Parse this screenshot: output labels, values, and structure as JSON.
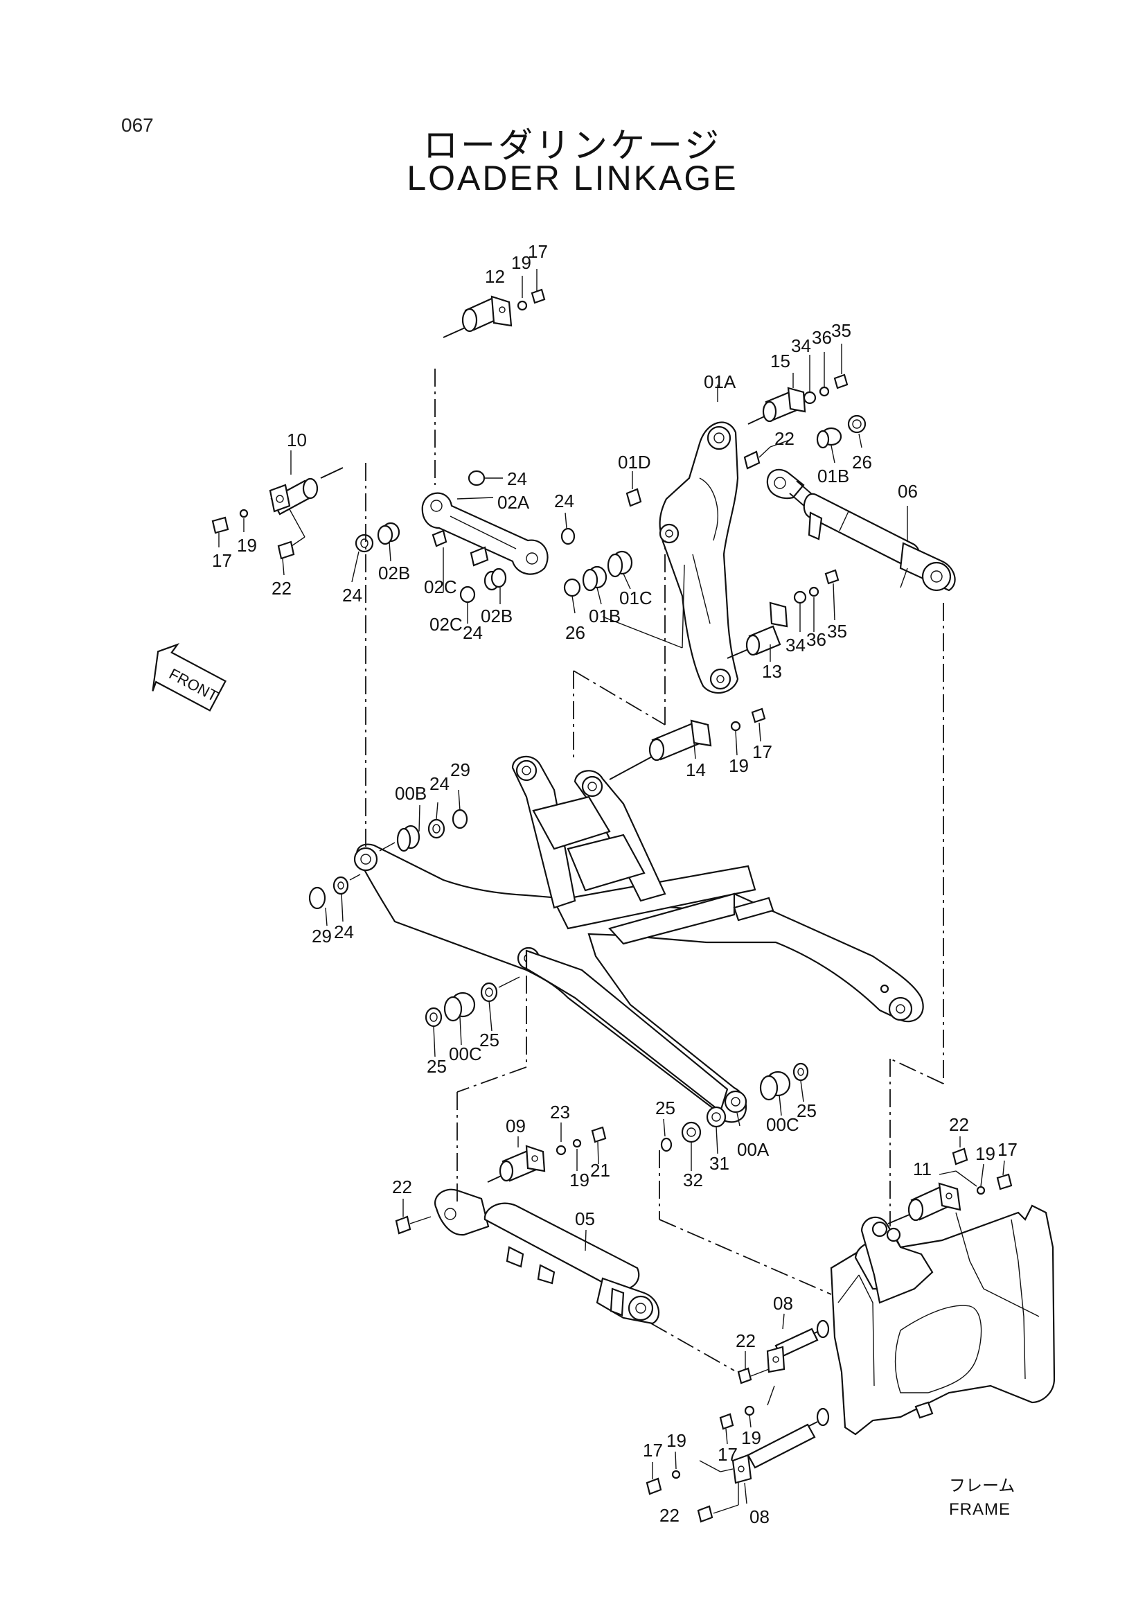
{
  "page": {
    "number": "067",
    "title_jp": "ローダリンケージ",
    "title_en": "LOADER LINKAGE"
  },
  "diagram": {
    "front_label": "FRONT",
    "frame_label_jp": "フレーム",
    "frame_label_en": "FRAME",
    "callouts": {
      "c12": "12",
      "c19a": "19",
      "c17a": "17",
      "c15": "15",
      "c34a": "34",
      "c36a": "36",
      "c35a": "35",
      "c01A": "01A",
      "c22a": "22",
      "c26a": "26",
      "c01Ba": "01B",
      "c06": "06",
      "c10": "10",
      "c17b": "17",
      "c19b": "19",
      "c22b": "22",
      "c24a": "24",
      "c02A": "02A",
      "c24b": "24",
      "c02Ba": "02B",
      "c24c": "24",
      "c02Ca": "02C",
      "c02Cb": "02C",
      "c24d": "24",
      "c02Bb": "02B",
      "c01D": "01D",
      "c26b": "26",
      "c01Bb": "01B",
      "c01C": "01C",
      "c34b": "34",
      "c36b": "36",
      "c35b": "35",
      "c13": "13",
      "c14": "14",
      "c19c": "19",
      "c17c": "17",
      "c00B": "00B",
      "c24e": "24",
      "c29a": "29",
      "c29b": "29",
      "c24f": "24",
      "c25a": "25",
      "c00Ca": "00C",
      "c25b": "25",
      "c25c": "25",
      "c32": "32",
      "c31": "31",
      "c00A": "00A",
      "c00Cb": "00C",
      "c25d": "25",
      "c09": "09",
      "c23": "23",
      "c19d": "19",
      "c21": "21",
      "c22c": "22",
      "c05": "05",
      "c22d": "22",
      "c11": "11",
      "c19e": "19",
      "c17d": "17",
      "c22e": "22",
      "c08a": "08",
      "c17e": "17",
      "c19f": "19",
      "c17f": "17",
      "c19g": "19",
      "c22f": "22",
      "c08b": "08"
    }
  }
}
